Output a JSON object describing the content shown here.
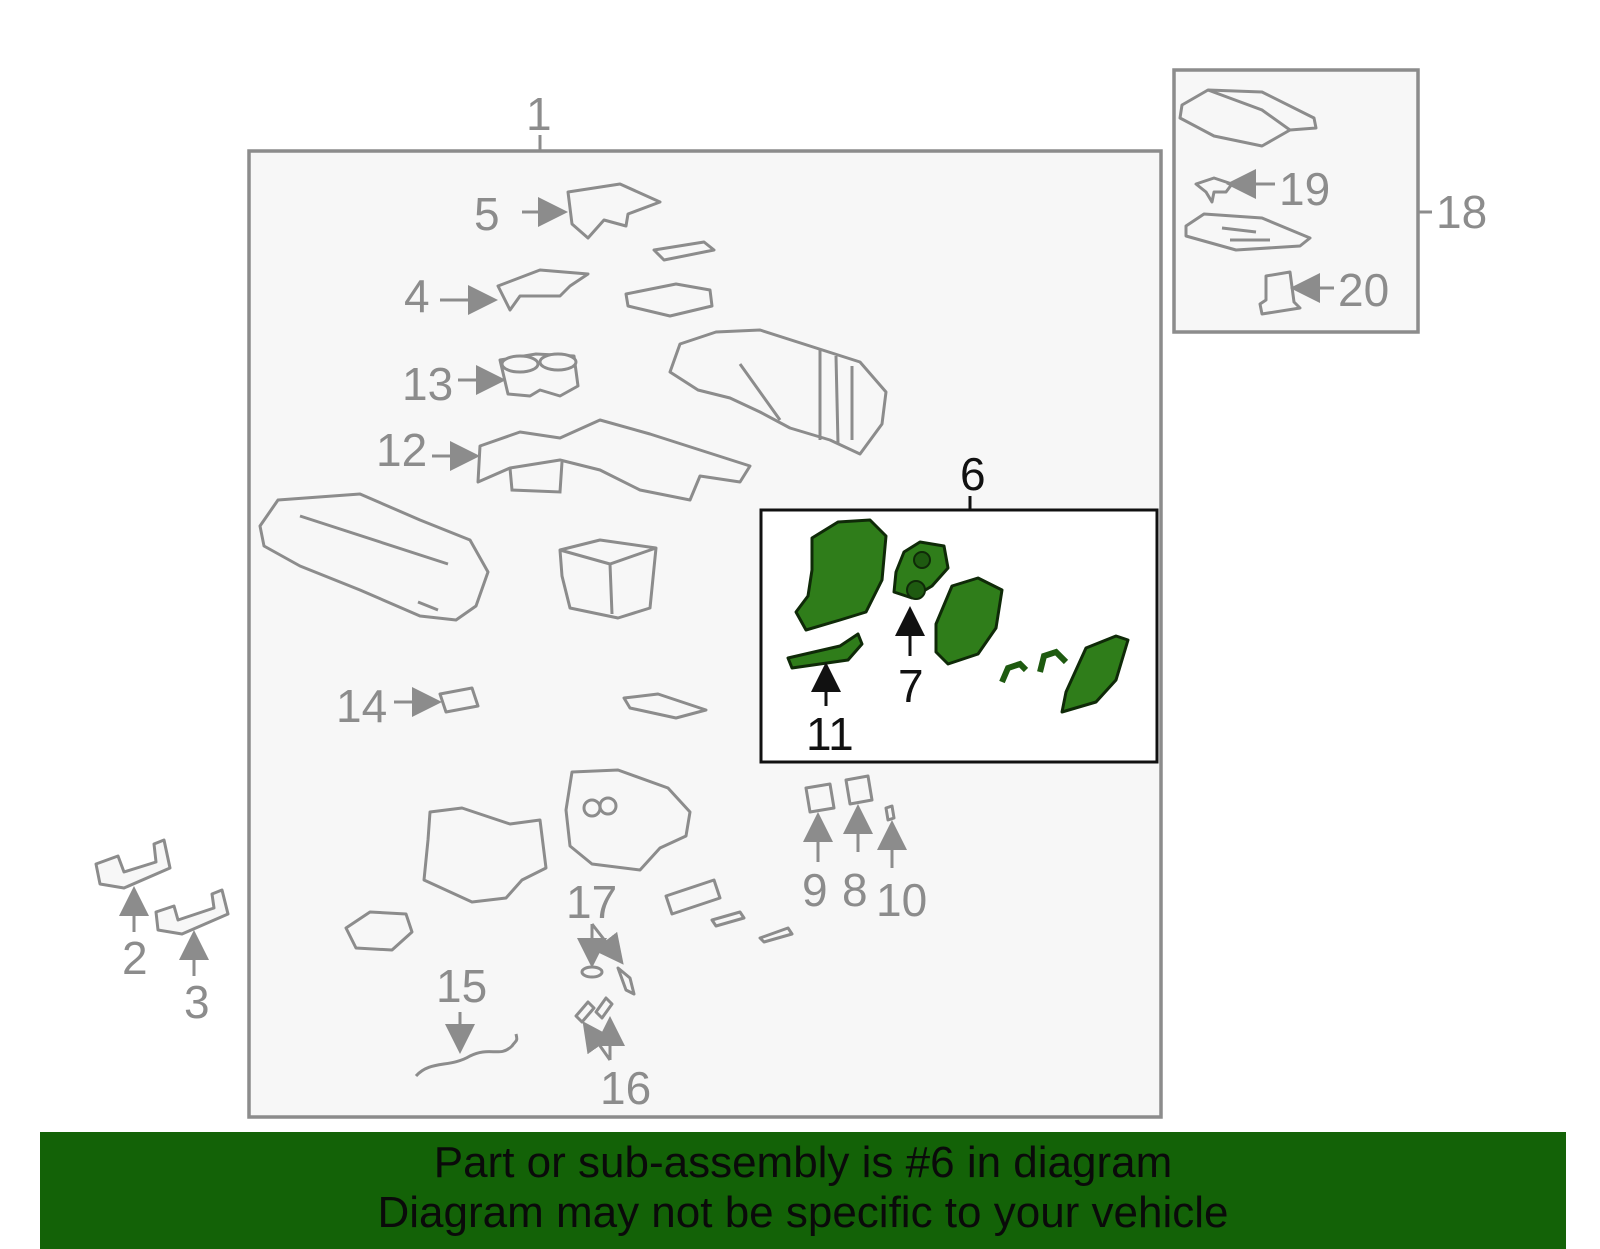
{
  "callouts": {
    "c1": "1",
    "c2": "2",
    "c3": "3",
    "c4": "4",
    "c5": "5",
    "c6": "6",
    "c7": "7",
    "c8": "8",
    "c9": "9",
    "c10": "10",
    "c11": "11",
    "c12": "12",
    "c13": "13",
    "c14": "14",
    "c15": "15",
    "c16": "16",
    "c17": "17",
    "c18": "18",
    "c19": "19",
    "c20": "20"
  },
  "highlight": {
    "part_number": "6",
    "color": "#2f7d1a"
  },
  "banner": {
    "line1": "Part or sub-assembly is #6 in diagram",
    "line2": "Diagram may not be specific to your vehicle",
    "color": "#136207"
  },
  "colors": {
    "outline": "#8c8c8c",
    "panel": "#f7f7f7",
    "highlight_frame": "#111111"
  }
}
